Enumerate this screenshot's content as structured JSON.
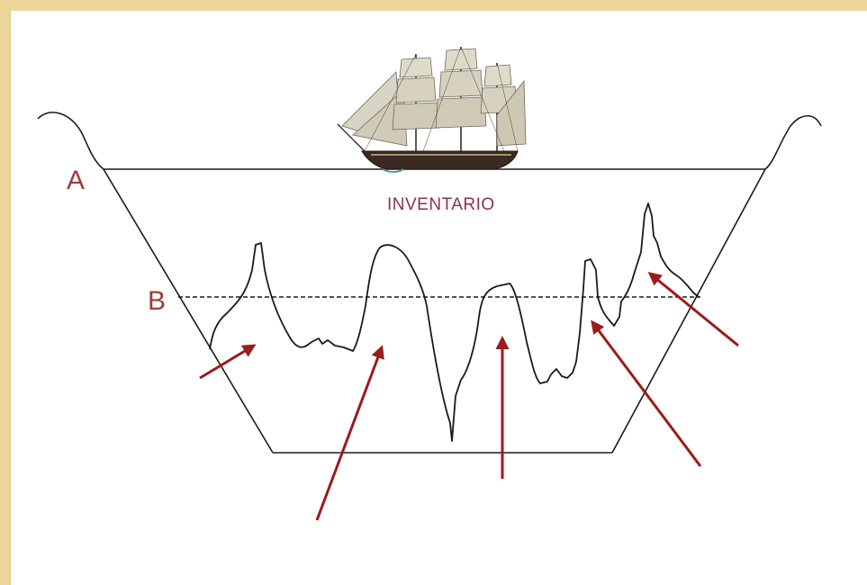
{
  "diagram": {
    "label_a": "A",
    "label_b": "B",
    "water_label": "INVENTARIO"
  },
  "colors": {
    "background_border": "#ecd79a",
    "label_red": "#a23a3a",
    "inventario_text": "#8b3347",
    "arrow_red": "#9a1c1c",
    "line_black": "#1a1a1a"
  },
  "icons": {
    "ship": "sailing-ship-icon"
  }
}
